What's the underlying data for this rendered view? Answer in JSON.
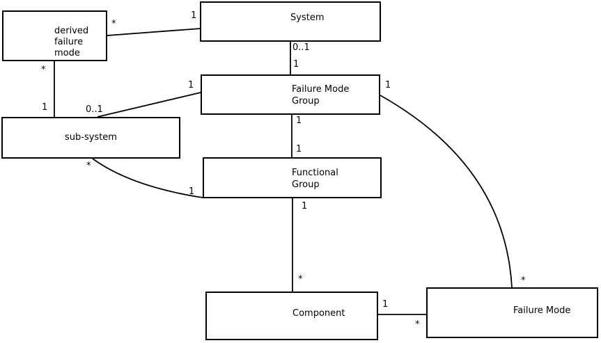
{
  "diagram": {
    "title": "failure mode class diagram",
    "background_color": "#ffffff",
    "line_color": "#000000",
    "nodes": [
      {
        "id": "derived-failure-mode",
        "label": "derived\nfailure\nmode"
      },
      {
        "id": "system",
        "label": "System"
      },
      {
        "id": "failure-mode-group",
        "label": "Failure Mode\nGroup"
      },
      {
        "id": "sub-system",
        "label": "sub-system"
      },
      {
        "id": "functional-group",
        "label": "Functional\nGroup"
      },
      {
        "id": "component",
        "label": "Component"
      },
      {
        "id": "failure-mode",
        "label": "Failure Mode"
      }
    ],
    "edges": [
      {
        "id": "derived-failure-mode--system",
        "source": "derived-failure-mode",
        "target": "system",
        "source_label": "*",
        "target_label": "1"
      },
      {
        "id": "derived-failure-mode--sub-system",
        "source": "derived-failure-mode",
        "target": "sub-system",
        "source_label": "*",
        "target_label": "1"
      },
      {
        "id": "sub-system--failure-mode-group",
        "source": "sub-system",
        "target": "failure-mode-group",
        "source_label": "0..1",
        "target_label": "1"
      },
      {
        "id": "system--failure-mode-group",
        "source": "system",
        "target": "failure-mode-group",
        "source_label": "0..1",
        "target_label": "1"
      },
      {
        "id": "failure-mode-group--functional-group",
        "source": "failure-mode-group",
        "target": "functional-group",
        "source_label": "1",
        "target_label": "1"
      },
      {
        "id": "sub-system--functional-group",
        "source": "sub-system",
        "target": "functional-group",
        "source_label": "*",
        "target_label": "1"
      },
      {
        "id": "functional-group--component",
        "source": "functional-group",
        "target": "component",
        "source_label": "1",
        "target_label": "*"
      },
      {
        "id": "component--failure-mode",
        "source": "component",
        "target": "failure-mode",
        "source_label": "1",
        "target_label": "*"
      },
      {
        "id": "failure-mode-group--failure-mode",
        "source": "failure-mode-group",
        "target": "failure-mode",
        "source_label": "1",
        "target_label": "*"
      }
    ]
  }
}
